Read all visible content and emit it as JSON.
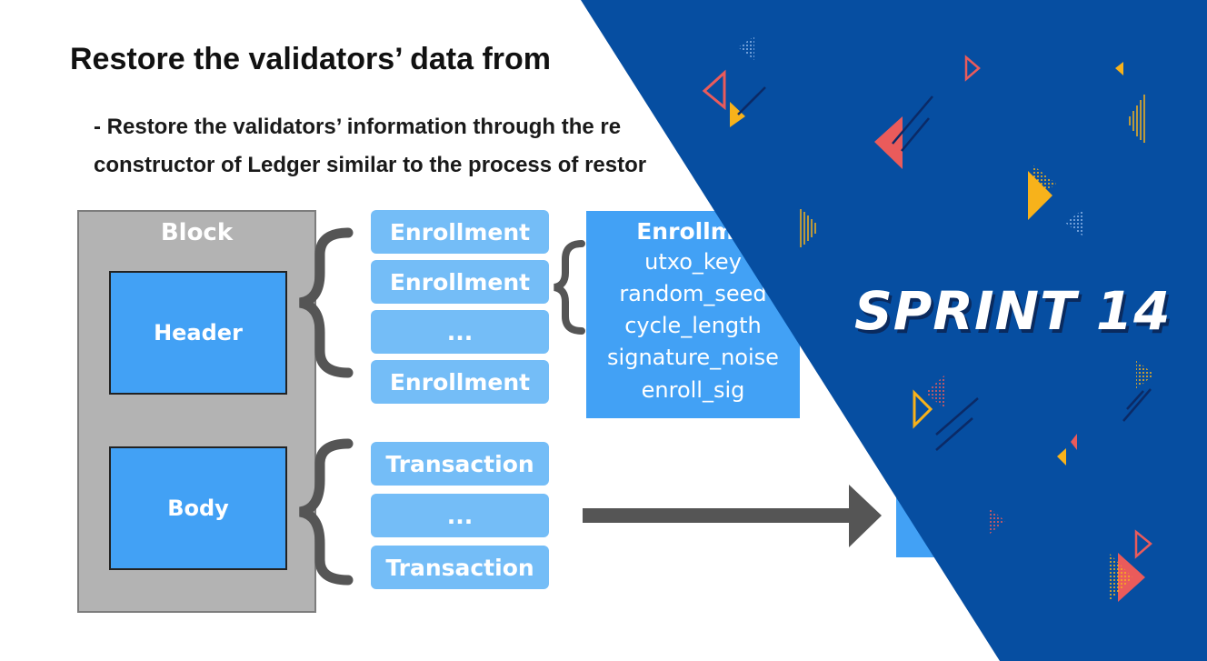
{
  "slide": {
    "title": "Restore the validators’ data from",
    "subtitle_line1": "- Restore the validators’ information through the re",
    "subtitle_line2": "constructor of Ledger similar to the process of restor"
  },
  "diagram": {
    "block_label": "Block",
    "header_label": "Header",
    "body_label": "Body",
    "enrollment_items": [
      "Enrollment",
      "Enrollment",
      "...",
      "Enrollment"
    ],
    "transaction_items": [
      "Transaction",
      "...",
      "Transaction"
    ],
    "enrollment_fields_title": "Enrollme",
    "enrollment_fields": [
      "utxo_key",
      "random_seed",
      "cycle_length",
      "signature_noise",
      "enroll_sig"
    ]
  },
  "banner": {
    "text": "SPRINT 14",
    "color": "#064ea1"
  },
  "colors": {
    "box_blue": "#42a1f5",
    "pill_blue": "#74bdf7",
    "block_gray": "#b3b3b3",
    "accent_coral": "#ea5b5b",
    "accent_yellow": "#f7b21b"
  }
}
